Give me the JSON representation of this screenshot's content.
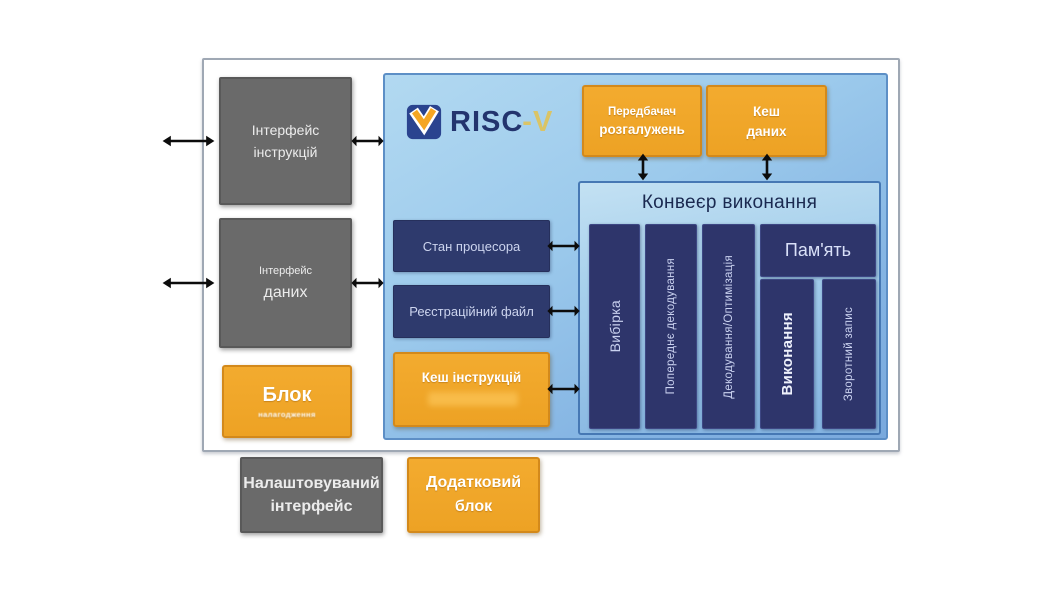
{
  "diagram": {
    "logo": {
      "brand": "RISC",
      "suffix": "-V"
    },
    "interfaces": {
      "instruction_interface": {
        "line1": "Інтерфейс",
        "line2": "інструкцій"
      },
      "data_interface": {
        "line1": "Інтерфейс",
        "line2": "даних"
      },
      "debug_block": {
        "line1": "Блок",
        "line2": "налагодження"
      },
      "configurable_interface": {
        "line1": "Налаштовуваний",
        "line2": "інтерфейс"
      },
      "additional_block": {
        "line1": "Додатковий",
        "line2": "блок"
      }
    },
    "core": {
      "branch_predictor": {
        "line1": "Передбачач",
        "line2": "розгалужень"
      },
      "data_cache": {
        "line1": "Кеш",
        "line2": "даних"
      },
      "processor_state": "Стан процесора",
      "register_file": "Реєстраційний файл",
      "instruction_cache": "Кеш інструкцій",
      "pipeline": {
        "title": "Конвеєр виконання",
        "stages": [
          "Вибірка",
          "Попереднє декодування",
          "Декодування/Оптимізація"
        ],
        "memory": "Пам'ять",
        "execute": "Виконання",
        "writeback": "Зворотний запис"
      }
    },
    "colors": {
      "orange": "#eda224",
      "orange_border": "#d3891b",
      "navy": "#2e3a6d",
      "navy_column": "#2e356b",
      "gray": "#6a6a6a",
      "core_blue_light": "#b2d9f1",
      "core_blue_dark": "#7aa9dd",
      "pipeline_border": "#4678b4",
      "frame_border": "#9fa8b4",
      "arrow": "#0c0c0c",
      "logo_navy": "#23346e",
      "logo_yellow": "#e7c145"
    }
  }
}
